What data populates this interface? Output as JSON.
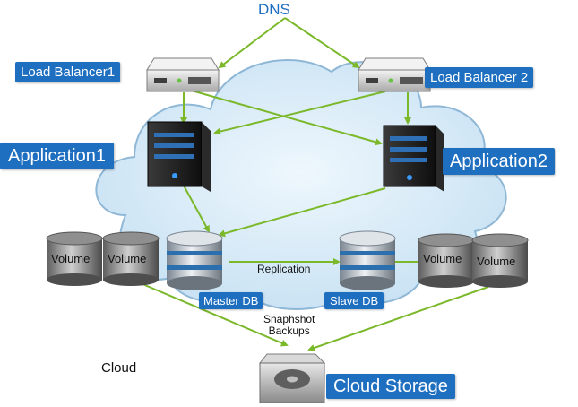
{
  "diagram": {
    "dns_label": "DNS",
    "load_balancer_1": "Load Balancer1",
    "load_balancer_2": "Load Balancer 2",
    "application_1": "Application1",
    "application_2": "Application2",
    "volume_labels": [
      "Volume",
      "Volume",
      "Volume",
      "Volume"
    ],
    "master_db": "Master DB",
    "slave_db": "Slave DB",
    "replication_label": "Replication",
    "snapshot_label_line1": "Snaphshot",
    "snapshot_label_line2": "Backups",
    "cloud_label": "Cloud",
    "cloud_storage": "Cloud Storage"
  },
  "colors": {
    "label_bg": "#1f6fc1",
    "label_text": "#ffffff",
    "dns_text": "#1f6fc1",
    "connector": "#7bb82a",
    "cloud_fill": "#d4e9f7",
    "cloud_stroke": "#8fb7d6"
  },
  "icons": [
    "load-balancer-icon",
    "server-tower-icon",
    "volume-cylinder-icon",
    "database-stack-icon",
    "hard-drive-icon",
    "cloud-shape"
  ]
}
